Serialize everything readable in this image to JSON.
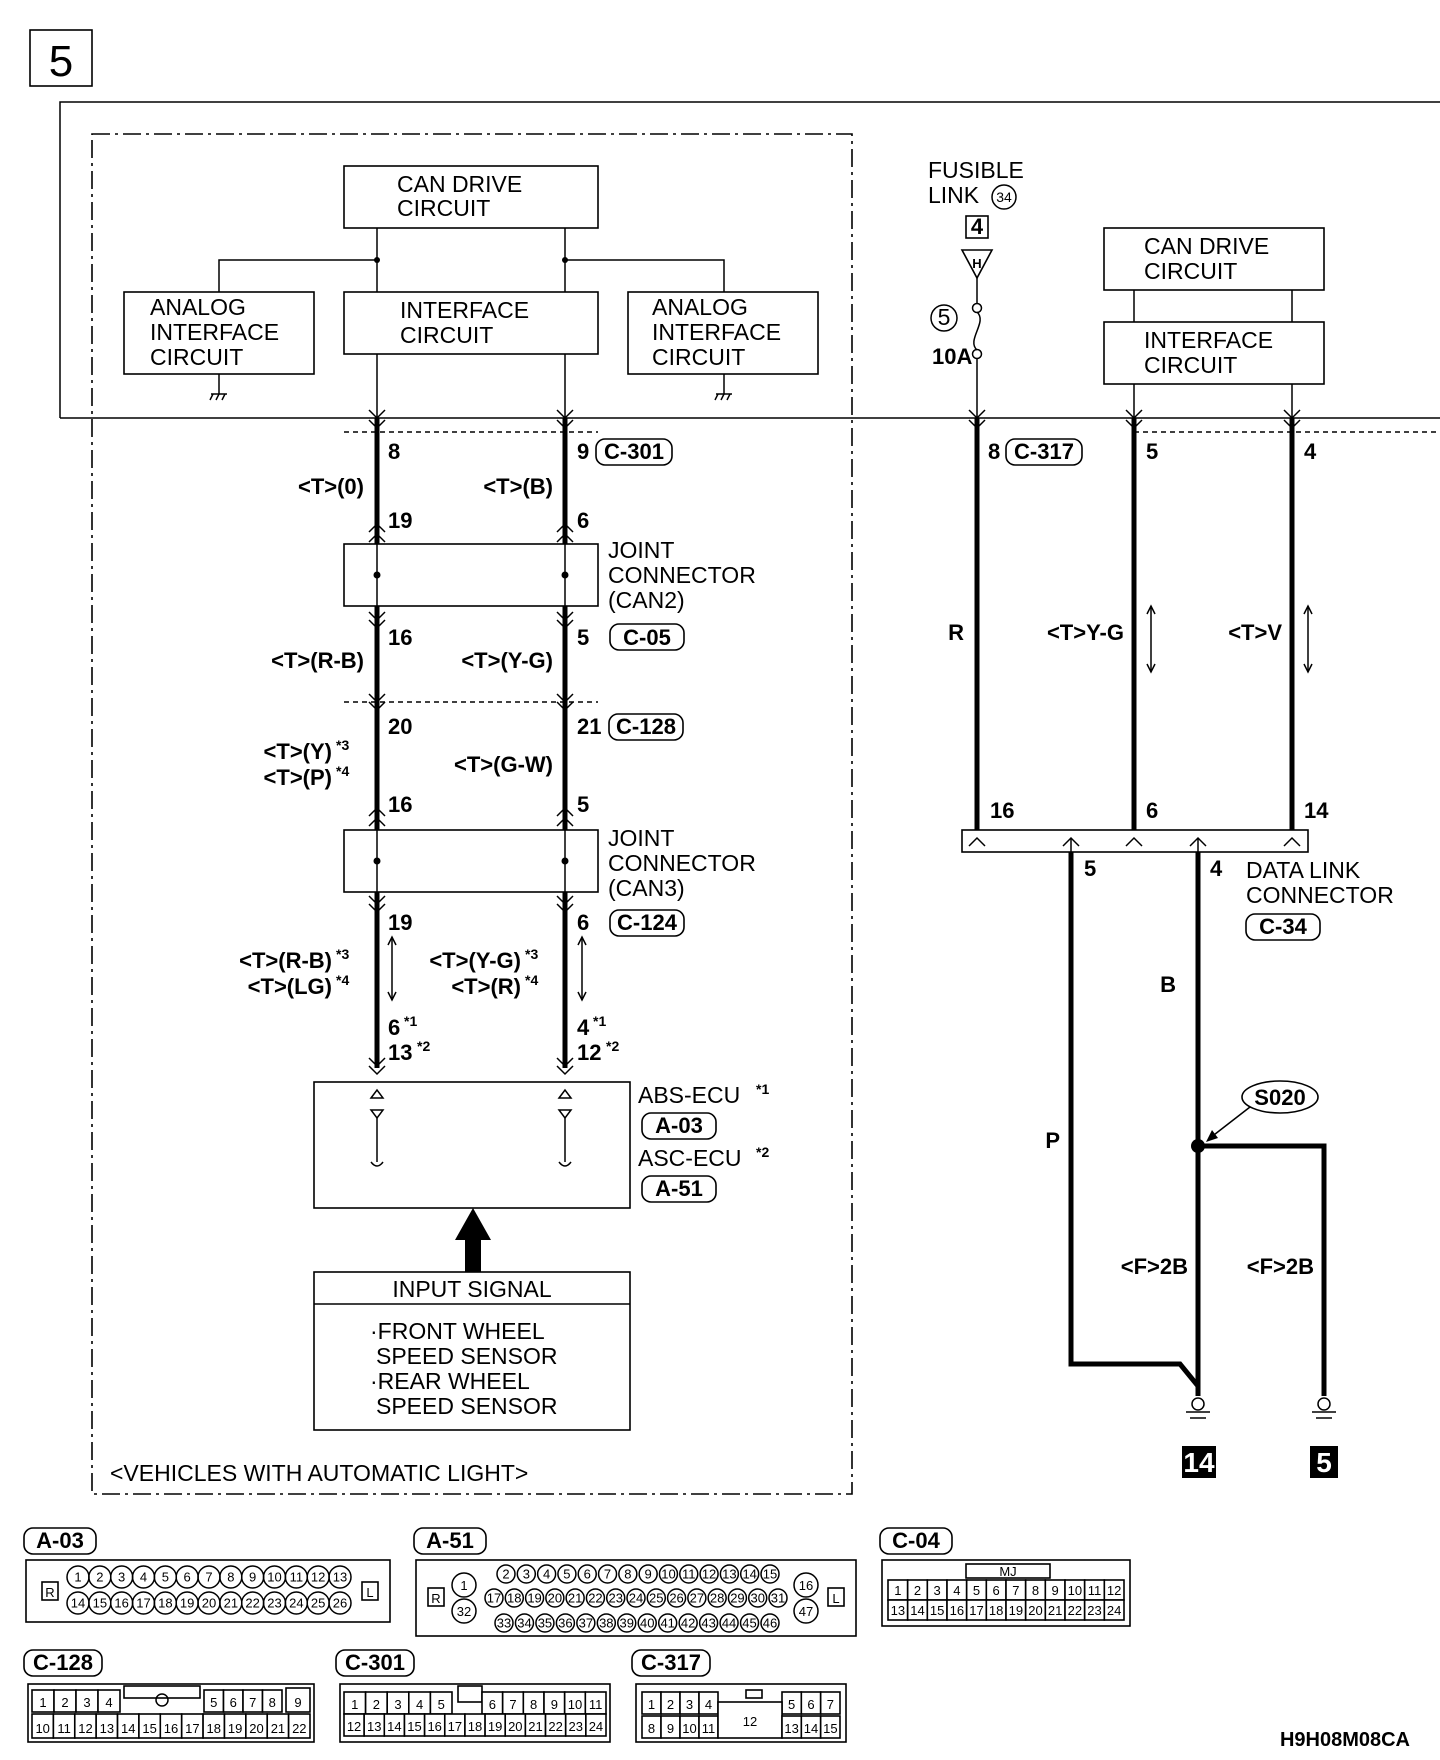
{
  "page": {
    "section": "5",
    "figure_code": "H9H08M08CA"
  },
  "left": {
    "can_drive": [
      "CAN DRIVE",
      "CIRCUIT"
    ],
    "analog_left": [
      "ANALOG",
      "INTERFACE",
      "CIRCUIT"
    ],
    "interface": [
      "INTERFACE",
      "CIRCUIT"
    ],
    "analog_right": [
      "ANALOG",
      "INTERFACE",
      "CIRCUIT"
    ],
    "pin_8": "8",
    "pin_9": "9",
    "conn_c301": "C-301",
    "wire_t0": "<T>(0)",
    "wire_tb": "<T>(B)",
    "pin_19a": "19",
    "pin_6a": "6",
    "joint_can2": [
      "JOINT",
      "CONNECTOR",
      "(CAN2)"
    ],
    "conn_c05": "C-05",
    "pin_16a": "16",
    "pin_5a": "5",
    "wire_trb": "<T>(R-B)",
    "wire_tyg": "<T>(Y-G)",
    "pin_20": "20",
    "pin_21": "21",
    "conn_c128": "C-128",
    "wire_ty": "<T>(Y)",
    "wire_tp": "<T>(P)",
    "wire_tgw": "<T>(G-W)",
    "star3": "*3",
    "star4": "*4",
    "pin_16b": "16",
    "pin_5b": "5",
    "joint_can3": [
      "JOINT",
      "CONNECTOR",
      "(CAN3)"
    ],
    "conn_c124": "C-124",
    "pin_19b": "19",
    "pin_6b": "6",
    "wire_trb2": "<T>(R-B)",
    "wire_tlg": "<T>(LG)",
    "wire_tyg2": "<T>(Y-G)",
    "wire_tr": "<T>(R)",
    "pin_6c": "6",
    "pin_13": "13",
    "pin_4c": "4",
    "pin_12": "12",
    "star1": "*1",
    "star2": "*2",
    "abs_ecu": "ABS-ECU",
    "conn_a03": "A-03",
    "asc_ecu": "ASC-ECU",
    "conn_a51": "A-51",
    "input_signal": "INPUT SIGNAL",
    "input_items": [
      "·FRONT WHEEL",
      "SPEED SENSOR",
      "·REAR WHEEL",
      "SPEED SENSOR"
    ],
    "vehicles_note": "<VEHICLES WITH AUTOMATIC LIGHT>"
  },
  "right": {
    "fusible_link": [
      "FUSIBLE",
      "LINK"
    ],
    "fusible_no": "34",
    "fuse_box_label": "4",
    "fuse_h": "H",
    "fuse_no": "5",
    "fuse_amp": "10A",
    "can_drive": [
      "CAN DRIVE",
      "CIRCUIT"
    ],
    "interface": [
      "INTERFACE",
      "CIRCUIT"
    ],
    "pin_8": "8",
    "conn_c317": "C-317",
    "pin_5": "5",
    "pin_4": "4",
    "wire_r": "R",
    "wire_tyg": "<T>Y-G",
    "wire_tv": "<T>V",
    "pin_16": "16",
    "pin_6": "6",
    "pin_14": "14",
    "dlc_pin_5": "5",
    "dlc_pin_4": "4",
    "data_link": [
      "DATA LINK",
      "CONNECTOR"
    ],
    "conn_c34": "C-34",
    "wire_b": "B",
    "wire_p": "P",
    "splice": "S020",
    "wire_f2b_a": "<F>2B",
    "wire_f2b_b": "<F>2B",
    "ground_14": "14",
    "ground_5": "5"
  },
  "connectors": {
    "a03": {
      "title": "A-03",
      "r": "R",
      "l": "L",
      "top": [
        "1",
        "2",
        "3",
        "4",
        "5",
        "6",
        "7",
        "8",
        "9",
        "10",
        "11",
        "12",
        "13"
      ],
      "bottom": [
        "14",
        "15",
        "16",
        "17",
        "18",
        "19",
        "20",
        "21",
        "22",
        "23",
        "24",
        "25",
        "26"
      ]
    },
    "a51": {
      "title": "A-51",
      "r": "R",
      "l": "L",
      "top": [
        "1",
        "2",
        "3",
        "4",
        "5",
        "6",
        "7",
        "8",
        "9",
        "10",
        "11",
        "12",
        "13",
        "14",
        "15",
        "16"
      ],
      "mid": [
        "32",
        "17",
        "18",
        "19",
        "20",
        "21",
        "22",
        "23",
        "24",
        "25",
        "26",
        "27",
        "28",
        "29",
        "30",
        "31",
        "47"
      ],
      "bottom": [
        "33",
        "34",
        "35",
        "36",
        "37",
        "38",
        "39",
        "40",
        "41",
        "42",
        "43",
        "44",
        "45",
        "46"
      ]
    },
    "c04": {
      "title": "C-04",
      "mark": "MJ",
      "top": [
        "1",
        "2",
        "3",
        "4",
        "5",
        "6",
        "7",
        "8",
        "9",
        "10",
        "11",
        "12"
      ],
      "bottom": [
        "13",
        "14",
        "15",
        "16",
        "17",
        "18",
        "19",
        "20",
        "21",
        "22",
        "23",
        "24"
      ]
    },
    "c128": {
      "title": "C-128",
      "top": [
        "1",
        "2",
        "3",
        "4",
        "5",
        "6",
        "7",
        "8",
        "9"
      ],
      "bottom": [
        "10",
        "11",
        "12",
        "13",
        "14",
        "15",
        "16",
        "17",
        "18",
        "19",
        "20",
        "21",
        "22"
      ]
    },
    "c301": {
      "title": "C-301",
      "top": [
        "1",
        "2",
        "3",
        "4",
        "5",
        "6",
        "7",
        "8",
        "9",
        "10",
        "11"
      ],
      "bottom": [
        "12",
        "13",
        "14",
        "15",
        "16",
        "17",
        "18",
        "19",
        "20",
        "21",
        "22",
        "23",
        "24"
      ]
    },
    "c317": {
      "title": "C-317",
      "top": [
        "1",
        "2",
        "3",
        "4",
        "5",
        "6",
        "7"
      ],
      "bottom": [
        "8",
        "9",
        "10",
        "11",
        "12",
        "13",
        "14",
        "15"
      ]
    }
  }
}
